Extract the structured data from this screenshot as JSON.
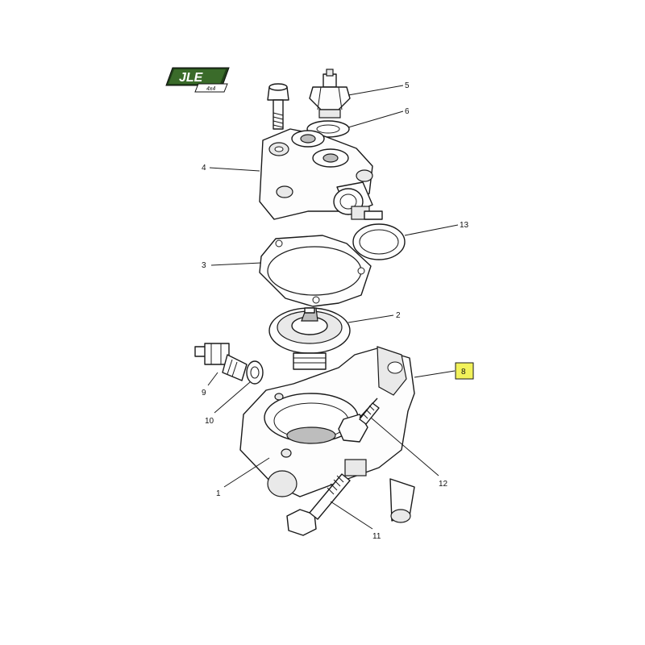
{
  "logo": {
    "text": "JLE",
    "subtext": "4x4"
  },
  "colors": {
    "highlight": "#f2f25a",
    "logo_green": "#3a6b2a",
    "logo_dark": "#1f3f18"
  },
  "callouts": {
    "c1": "1",
    "c2": "2",
    "c3": "3",
    "c4": "4",
    "c5": "5",
    "c6": "6",
    "c8": "8",
    "c9": "9",
    "c10": "10",
    "c11": "11",
    "c12": "12",
    "c13": "13"
  },
  "highlighted_callout": "8"
}
